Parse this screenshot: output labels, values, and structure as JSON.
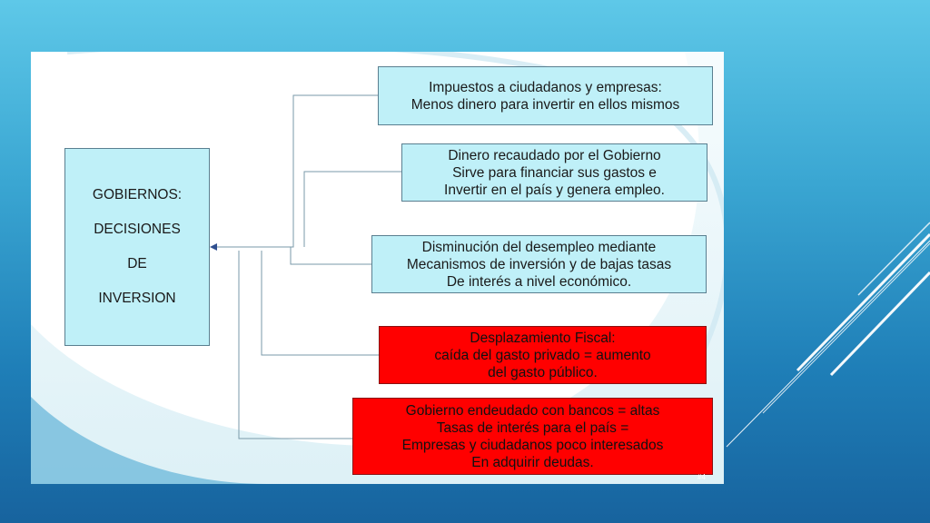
{
  "main_box": {
    "lines": [
      "GOBIERNOS:",
      "DECISIONES",
      "DE",
      "INVERSION"
    ]
  },
  "boxes": [
    {
      "lines": [
        "Impuestos a ciudadanos y empresas:",
        "Menos dinero para invertir en ellos mismos"
      ],
      "color": "#bff0f8"
    },
    {
      "lines": [
        "Dinero recaudado por el Gobierno",
        "Sirve para financiar sus gastos e",
        "Invertir en el país y genera empleo."
      ],
      "color": "#bff0f8"
    },
    {
      "lines": [
        "Disminución del desempleo mediante",
        "Mecanismos de inversión y de bajas tasas",
        "De interés a nivel económico."
      ],
      "color": "#bff0f8"
    },
    {
      "lines": [
        "Desplazamiento Fiscal:",
        "caída del gasto privado = aumento",
        "del gasto público."
      ],
      "color": "#ff0000"
    },
    {
      "lines": [
        "Gobierno endeudado con bancos = altas",
        "Tasas de interés para el país =",
        "Empresas y ciudadanos poco interesados",
        "En adquirir deudas."
      ],
      "color": "#ff0000"
    }
  ],
  "page_number": "#4",
  "colors": {
    "light_box": "#bff0f8",
    "alert_box": "#ff0000",
    "connector": "#7a9aaa",
    "arrow": "#2f4f8f"
  }
}
